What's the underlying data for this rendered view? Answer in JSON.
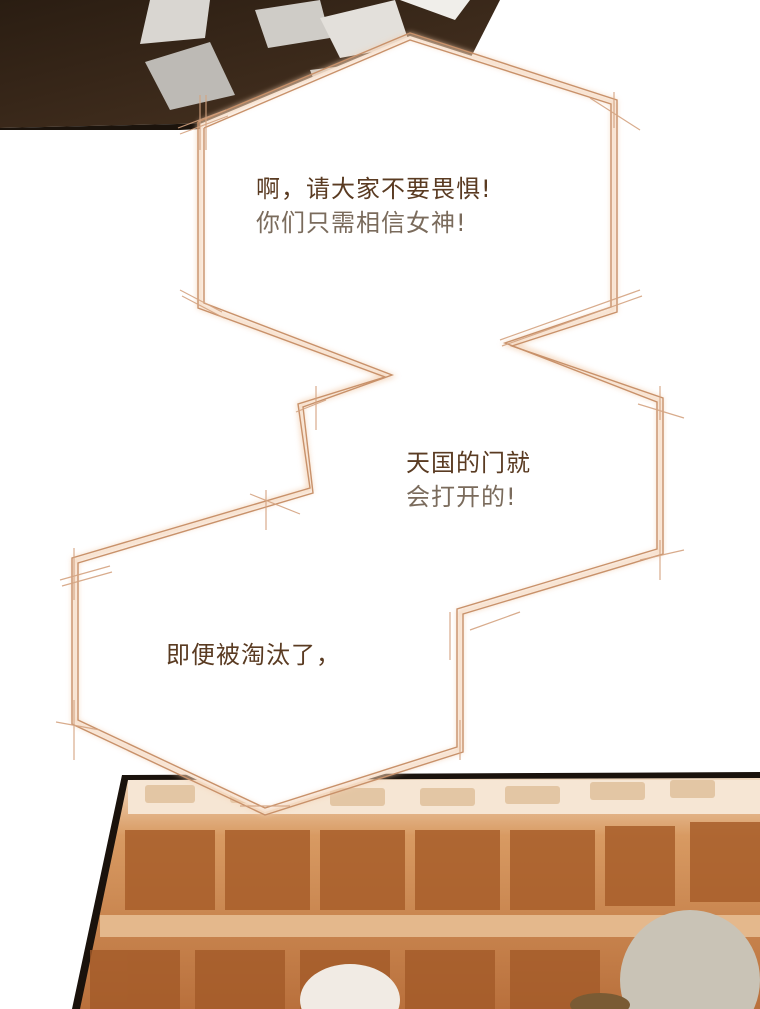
{
  "panels": [
    {
      "lines": [
        "啊，请大家不要畏惧!",
        "你们只需相信女神!"
      ]
    },
    {
      "lines": [
        "天国的门就",
        "会打开的!"
      ]
    },
    {
      "lines": [
        "即便被淘汰了，"
      ]
    }
  ],
  "colors": {
    "text_primary": "#5a3b22",
    "text_secondary": "#7a6b5c",
    "frame_line": "#c8916a",
    "frame_glow": "#f3cfb0",
    "top_scene": "#3a2a1c",
    "bottom_scene": "#c98a52"
  }
}
